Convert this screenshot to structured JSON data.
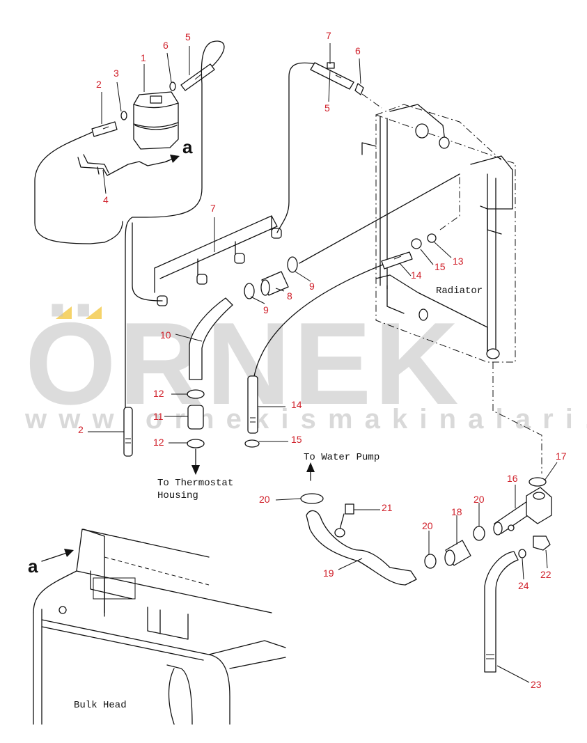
{
  "watermark": {
    "brand": "ÖRNEK",
    "url": "w w w . o r n e k i s m a k i n a l a r i . c o m . t r",
    "accent_color": "#f5d36a",
    "text_color": "#bfbfbf"
  },
  "callout_color": "#d0202a",
  "labels": {
    "radiator": "Radiator",
    "to_water_pump": "To Water Pump",
    "to_thermostat_line1": "To Thermostat",
    "to_thermostat_line2": "Housing",
    "bulk_head": "Bulk Head",
    "view_letter": "a"
  },
  "callouts": {
    "c1": "1",
    "c2a": "2",
    "c2b": "2",
    "c3": "3",
    "c4": "4",
    "c5a": "5",
    "c5b": "5",
    "c6a": "6",
    "c6b": "6",
    "c7a": "7",
    "c7b": "7",
    "c8": "8",
    "c9a": "9",
    "c9b": "9",
    "c10": "10",
    "c11": "11",
    "c12a": "12",
    "c12b": "12",
    "c13": "13",
    "c14a": "14",
    "c14b": "14",
    "c15a": "15",
    "c15b": "15",
    "c16": "16",
    "c17": "17",
    "c18": "18",
    "c19": "19",
    "c20a": "20",
    "c20b": "20",
    "c20c": "20",
    "c21": "21",
    "c22": "22",
    "c23": "23",
    "c24": "24"
  }
}
